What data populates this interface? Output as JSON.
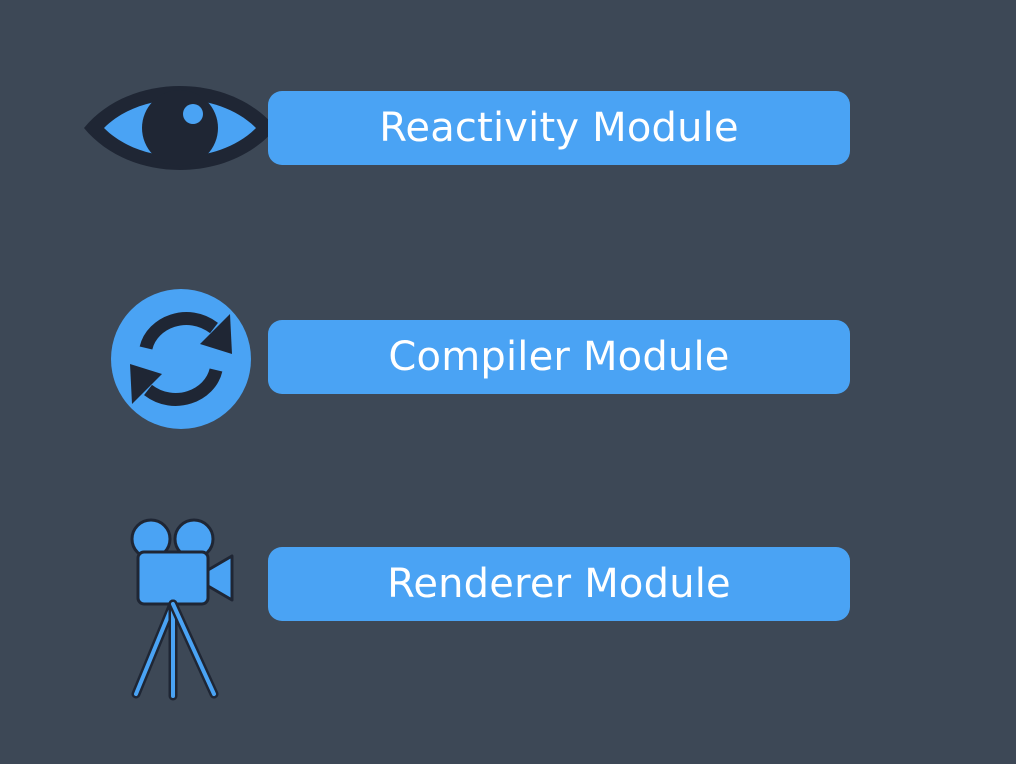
{
  "colors": {
    "background": "#3d4856",
    "accent": "#4aa3f4",
    "icon_dark": "#1f2634"
  },
  "modules": [
    {
      "label": "Reactivity Module",
      "icon": "eye-icon"
    },
    {
      "label": "Compiler Module",
      "icon": "refresh-icon"
    },
    {
      "label": "Renderer Module",
      "icon": "movie-camera-icon"
    }
  ]
}
